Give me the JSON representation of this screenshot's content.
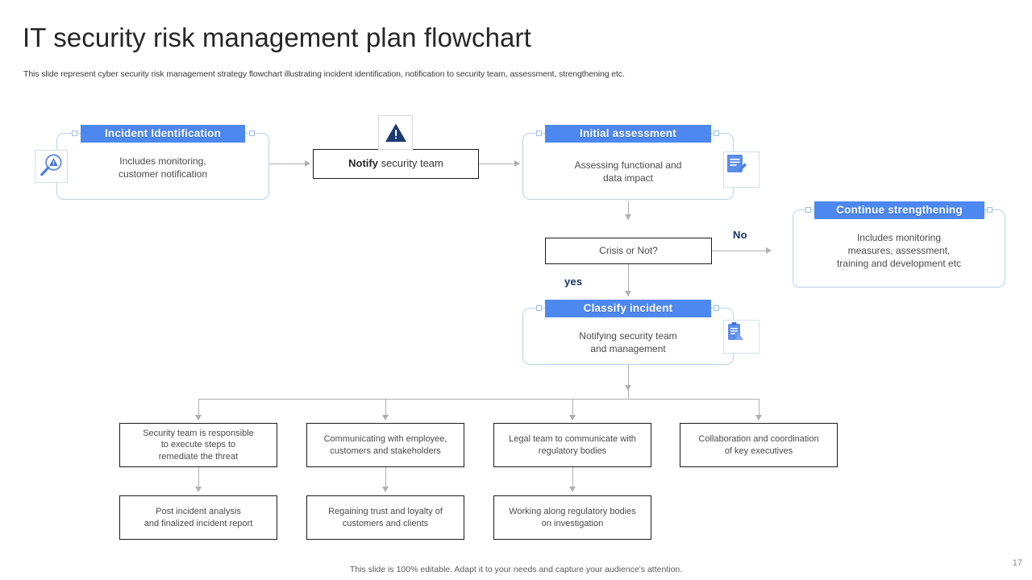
{
  "slide": {
    "title": "IT security risk management plan flowchart",
    "subtitle": "This slide represent cyber security risk management strategy flowchart illustrating incident identification, notification to security team, assessment, strengthening etc.",
    "footer": "This slide is 100% editable. Adapt it to your needs and capture your audience's attention.",
    "page_number": "17"
  },
  "colors": {
    "header_blue": "#4d88f0",
    "card_border": "#b7d4ea",
    "connector": "#b0b0b0",
    "label_navy": "#14335e",
    "warning_navy": "#1b3a73"
  },
  "cards": [
    {
      "id": "incident-identification",
      "header": "Incident Identification",
      "body_lines": [
        "Includes monitoring,",
        "customer notification"
      ],
      "icon": "magnifier-warning-icon",
      "icon_side": "left"
    },
    {
      "id": "initial-assessment",
      "header": "Initial assessment",
      "body_lines": [
        "Assessing functional and",
        "data impact"
      ],
      "icon": "document-edit-icon",
      "icon_side": "right"
    },
    {
      "id": "continue-strengthening",
      "header": "Continue strengthening",
      "body_lines": [
        "Includes monitoring",
        "measures, assessment,",
        "training and development  etc"
      ],
      "icon": "none",
      "icon_side": "none"
    },
    {
      "id": "classify-incident",
      "header": "Classify incident",
      "body_lines": [
        "Notifying security team",
        "and management"
      ],
      "icon": "clipboard-icon",
      "icon_side": "right"
    }
  ],
  "notify_node": {
    "bold_text": "Notify",
    "rest_text": " security team",
    "icon": "warning-triangle-icon"
  },
  "decision": {
    "label": "Crisis or Not?",
    "branch_no": "No",
    "branch_yes": "yes"
  },
  "action_row": [
    {
      "lines": [
        "Security team is responsible",
        "to execute  steps to",
        "remediate the threat"
      ]
    },
    {
      "lines": [
        "Communicating with employee,",
        "customers and stakeholders"
      ]
    },
    {
      "lines": [
        "Legal team to communicate with",
        "regulatory bodies"
      ]
    },
    {
      "lines": [
        "Collaboration and coordination",
        "of key executives"
      ]
    }
  ],
  "outcome_row": [
    {
      "lines": [
        "Post incident analysis",
        "and finalized incident report"
      ]
    },
    {
      "lines": [
        "Regaining trust and loyalty of",
        "customers and clients"
      ]
    },
    {
      "lines": [
        "Working along regulatory bodies",
        "on investigation"
      ]
    }
  ]
}
